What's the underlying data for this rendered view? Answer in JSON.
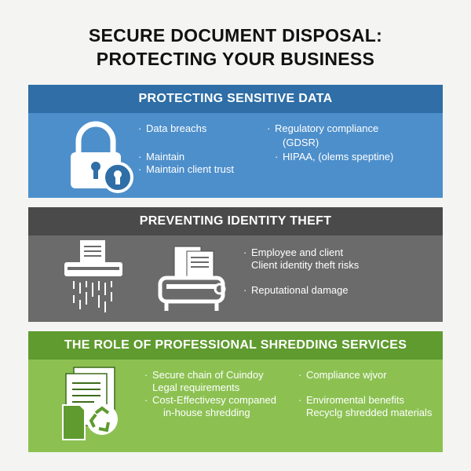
{
  "title": {
    "line1": "SECURE DOCUMENT DISPOSAL:",
    "line2": "PROTECTING YOUR BUSINESS"
  },
  "sections": [
    {
      "heading": "PROTECTING SENSITIVE DATA",
      "icon": "lock-icon",
      "left_bullets": [
        "Data breachs",
        "Maintain",
        "Maintain client trust"
      ],
      "right_bullets": [
        "Regulatory compliance",
        "(GDSR)",
        "HIPAA, (olems speptine)"
      ]
    },
    {
      "heading": "PREVENTING IDENTITY THEFT",
      "icon": "shredder-icon",
      "bullets": [
        "Employee and client",
        "Client identity theft risks",
        "Reputational damage"
      ]
    },
    {
      "heading": "THE ROLE OF PROFESSIONAL SHREDDING SERVICES",
      "icon": "recycle-documents-icon",
      "left_bullets": [
        "Secure chain of Cuindoy",
        "Legal requirements",
        "Cost-Effectivesy companed",
        "in-house shredding"
      ],
      "right_bullets": [
        "Compliance wjvor",
        "Enviromental benefits",
        "Recyclg shredded materials"
      ]
    }
  ],
  "colors": {
    "blue_head": "#2f6ea6",
    "blue_body": "#4d8fcb",
    "gray_head": "#4a4a4a",
    "gray_body": "#6b6b6b",
    "green_head": "#5f9b2f",
    "green_body": "#8cc152"
  }
}
